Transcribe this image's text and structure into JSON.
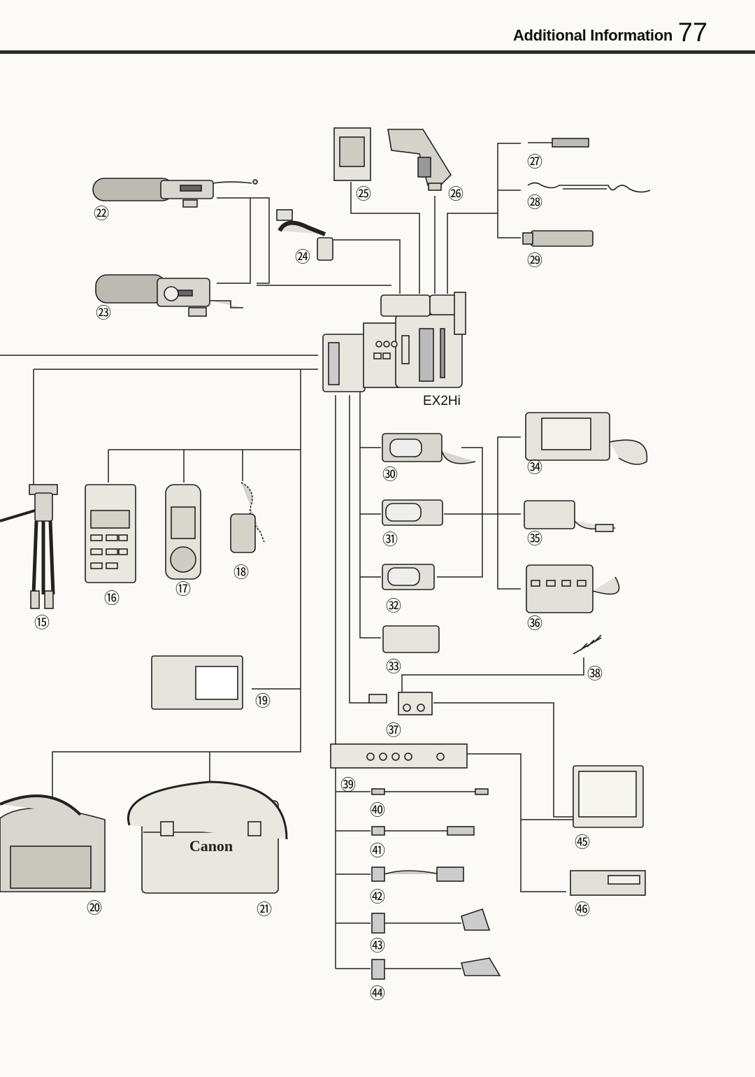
{
  "header": {
    "title": "Additional Information",
    "page_number": "77"
  },
  "camera": {
    "model": "EX2Hi"
  },
  "bag_brand": "Canon",
  "callouts": [
    {
      "id": "15",
      "label": "⑮"
    },
    {
      "id": "16",
      "label": "⑯"
    },
    {
      "id": "17",
      "label": "⑰"
    },
    {
      "id": "18",
      "label": "⑱"
    },
    {
      "id": "19",
      "label": "⑲"
    },
    {
      "id": "20",
      "label": "⑳"
    },
    {
      "id": "21",
      "label": "㉑"
    },
    {
      "id": "22",
      "label": "㉒"
    },
    {
      "id": "23",
      "label": "㉓"
    },
    {
      "id": "24",
      "label": "㉔"
    },
    {
      "id": "25",
      "label": "㉕"
    },
    {
      "id": "26",
      "label": "㉖"
    },
    {
      "id": "27",
      "label": "㉗"
    },
    {
      "id": "28",
      "label": "㉘"
    },
    {
      "id": "29",
      "label": "㉙"
    },
    {
      "id": "30",
      "label": "㉚"
    },
    {
      "id": "31",
      "label": "㉛"
    },
    {
      "id": "32",
      "label": "㉜"
    },
    {
      "id": "33",
      "label": "㉝"
    },
    {
      "id": "34",
      "label": "㉞"
    },
    {
      "id": "35",
      "label": "㉟"
    },
    {
      "id": "36",
      "label": "㊱"
    },
    {
      "id": "37",
      "label": "㊲"
    },
    {
      "id": "38",
      "label": "㊳"
    },
    {
      "id": "39",
      "label": "㊴"
    },
    {
      "id": "40",
      "label": "㊵"
    },
    {
      "id": "41",
      "label": "㊶"
    },
    {
      "id": "42",
      "label": "㊷"
    },
    {
      "id": "43",
      "label": "㊸"
    },
    {
      "id": "44",
      "label": "㊹"
    },
    {
      "id": "45",
      "label": "㊺"
    },
    {
      "id": "46",
      "label": "㊻"
    }
  ]
}
